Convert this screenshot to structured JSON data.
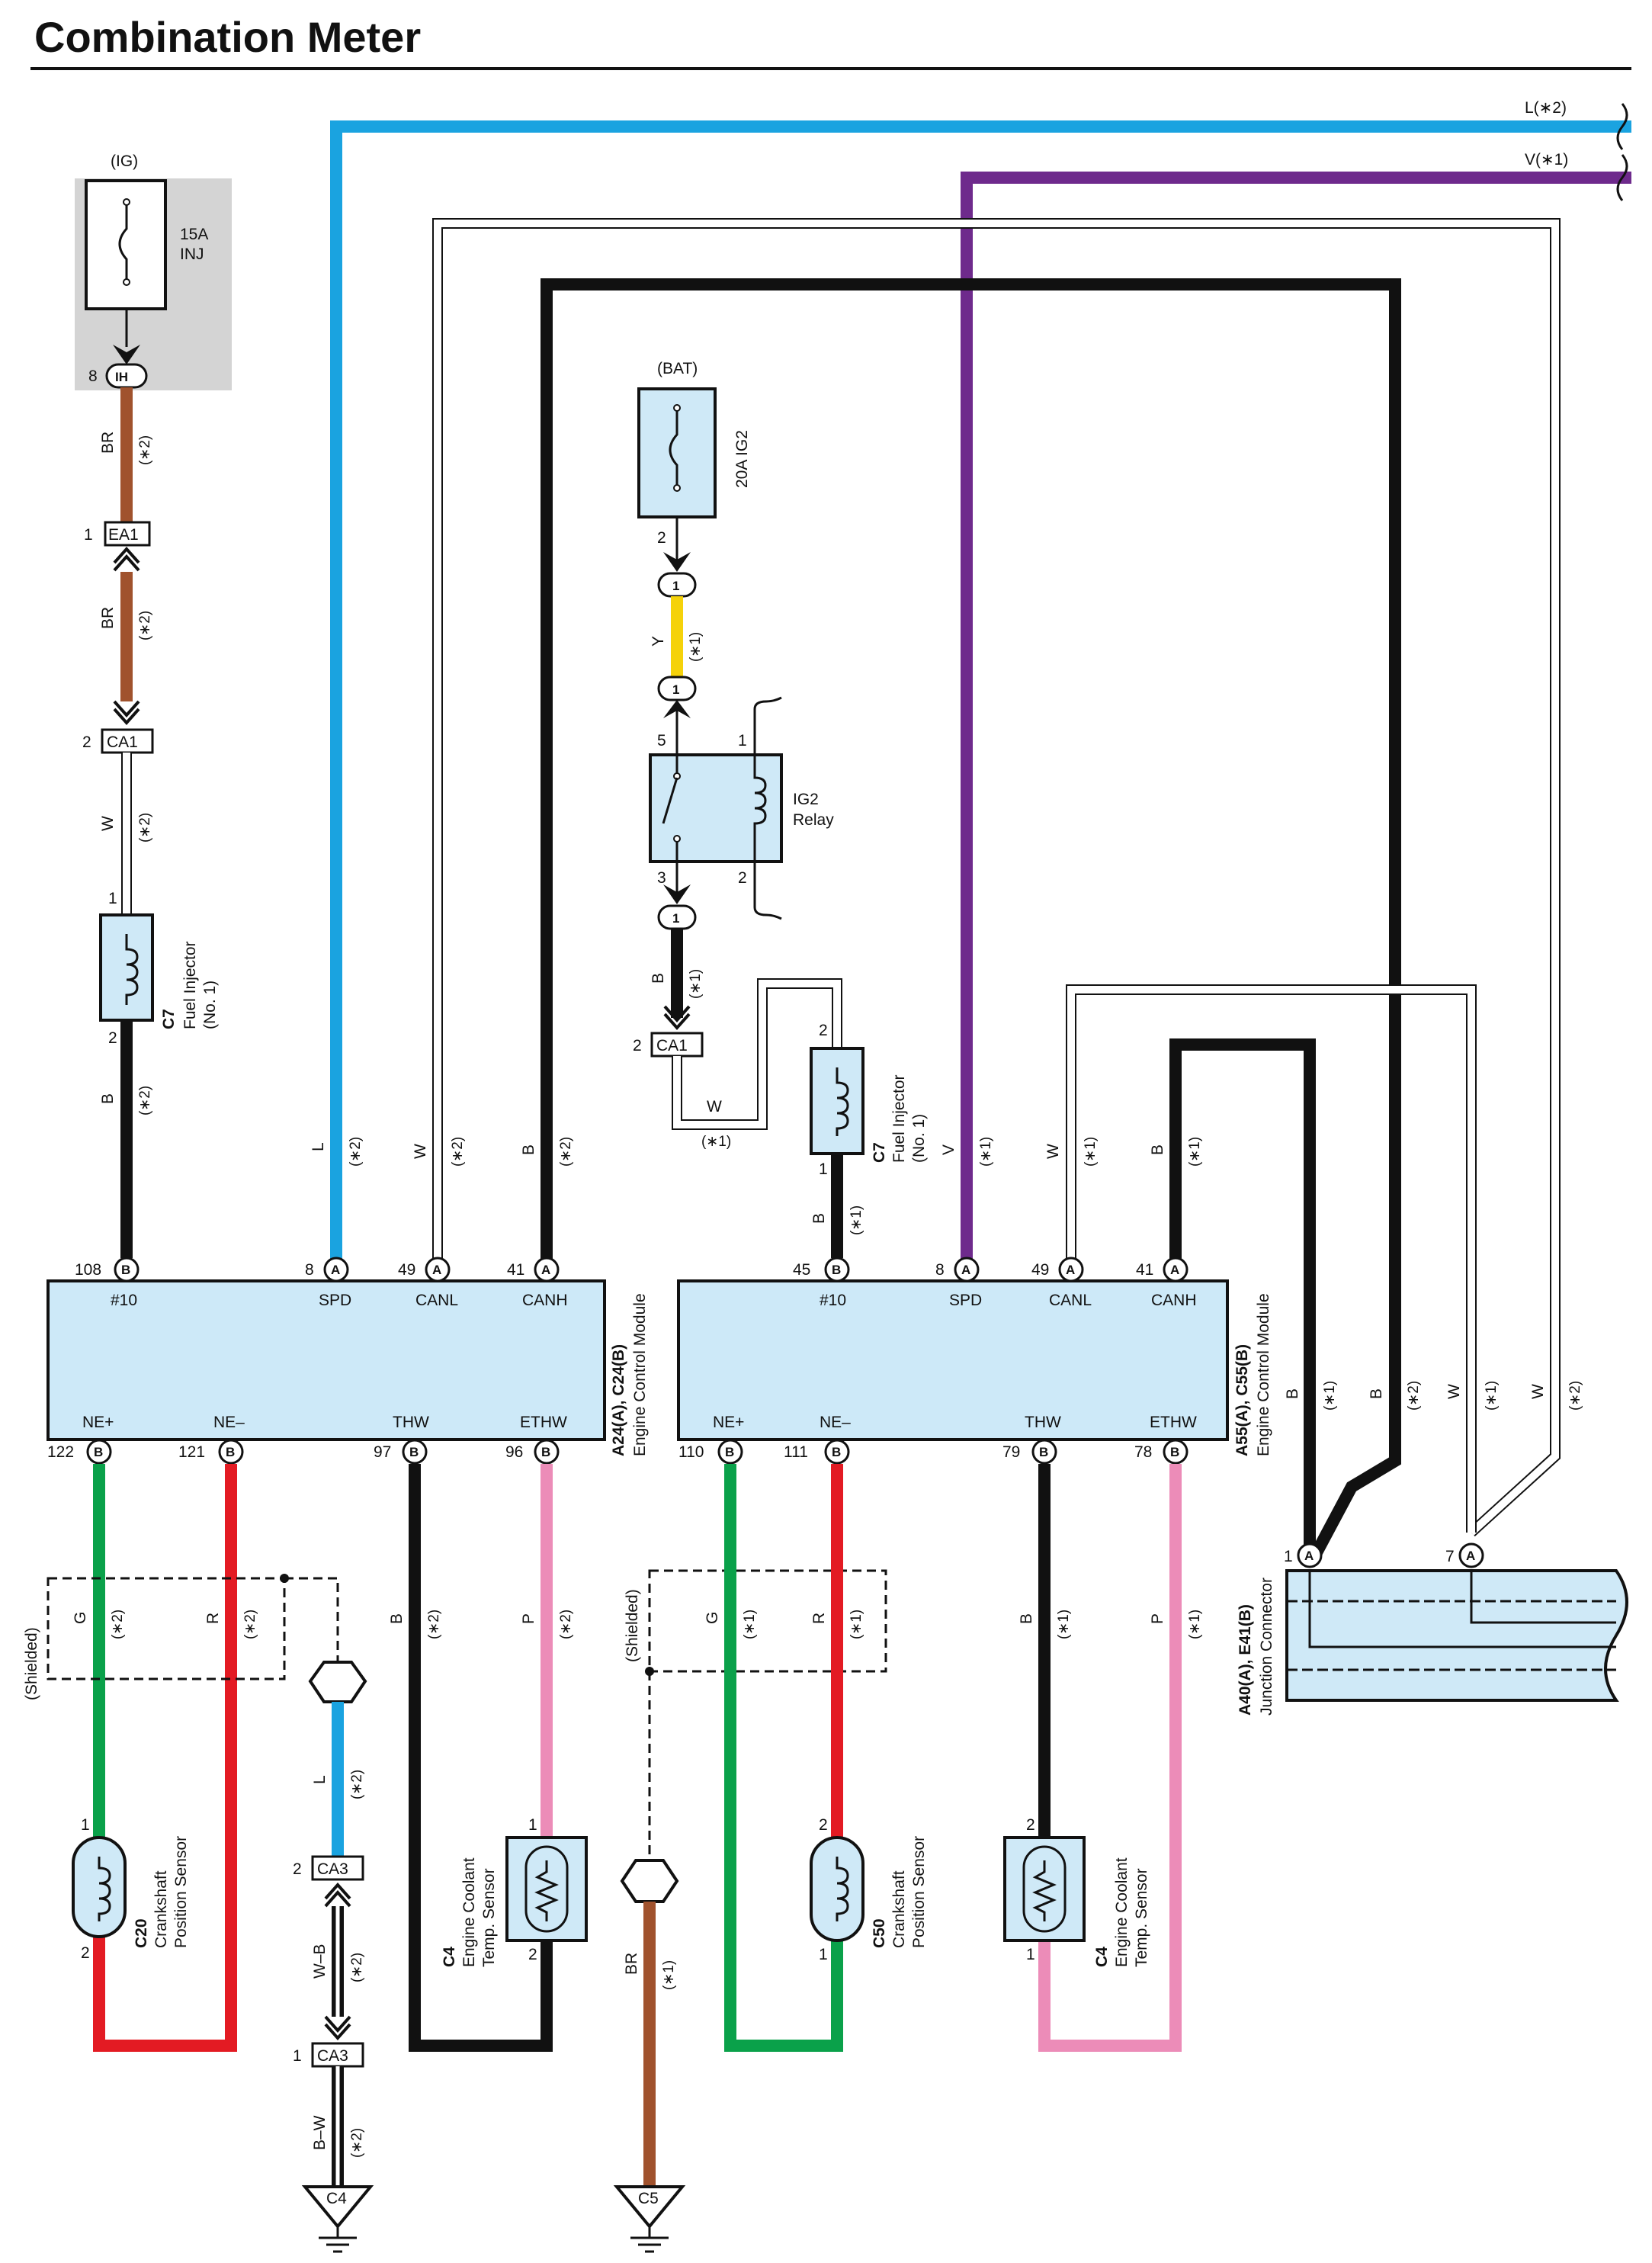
{
  "title": "Combination Meter",
  "wires": {
    "color_L": "#1aa3e0",
    "color_V": "#6e2a8c",
    "color_B": "#111111",
    "color_BR": "#a0522d",
    "color_Y": "#f5d20a",
    "color_G": "#0aa14a",
    "color_R": "#e31b23",
    "color_P": "#ec8cb8",
    "color_W": "#ffffff"
  },
  "top_refs": {
    "l": "L(∗2)",
    "v": "V(∗1)"
  },
  "left": {
    "ig_label": "(IG)",
    "fuse_amp": "15A",
    "fuse_name": "INJ",
    "ih_pin": "8",
    "ih_label": "IH",
    "br1_color": "BR",
    "br1_note": "(∗2)",
    "ea1_pin": "1",
    "ea1_label": "EA1",
    "br2_color": "BR",
    "br2_note": "(∗2)",
    "ca1_pin": "2",
    "ca1_label": "CA1",
    "w_color": "W",
    "w_note": "(∗2)",
    "inj_pin_top": "1",
    "inj_pin_bottom": "2",
    "inj_code": "C7",
    "inj_name": "Fuel Injector",
    "inj_num": "(No. 1)",
    "b_color": "B",
    "b_note": "(∗2)",
    "l_color": "L",
    "l_note": "(∗2)",
    "w2_color": "W",
    "w2_note": "(∗2)",
    "b2_color": "B",
    "b2_note": "(∗2)"
  },
  "ecm_left": {
    "code": "A24(A), C24(B)",
    "name": "Engine Control Module",
    "top_pins": [
      "108",
      "8",
      "49",
      "41"
    ],
    "top_letters": [
      "B",
      "A",
      "A",
      "A"
    ],
    "top_labels": [
      "#10",
      "SPD",
      "CANL",
      "CANH"
    ],
    "bottom_pins": [
      "122",
      "121",
      "97",
      "96"
    ],
    "bottom_letters": [
      "B",
      "B",
      "B",
      "B"
    ],
    "bottom_labels": [
      "NE+",
      "NE–",
      "THW",
      "ETHW"
    ]
  },
  "ecm_right": {
    "code": "A55(A), C55(B)",
    "name": "Engine Control Module",
    "top_pins": [
      "45",
      "8",
      "49",
      "41"
    ],
    "top_letters": [
      "B",
      "A",
      "A",
      "A"
    ],
    "top_labels": [
      "#10",
      "SPD",
      "CANL",
      "CANH"
    ],
    "bottom_pins": [
      "110",
      "111",
      "79",
      "78"
    ],
    "bottom_letters": [
      "B",
      "B",
      "B",
      "B"
    ],
    "bottom_labels": [
      "NE+",
      "NE–",
      "THW",
      "ETHW"
    ]
  },
  "middle": {
    "bat_label": "(BAT)",
    "fuse": "20A IG2",
    "fuse_pin": "2",
    "conn1_label": "1",
    "y_color": "Y",
    "y_note": "(∗1)",
    "conn2_label": "1",
    "relay_pin5": "5",
    "relay_pin1": "1",
    "relay_pin3": "3",
    "relay_pin2": "2",
    "relay_name1": "IG2",
    "relay_name2": "Relay",
    "conn3_label": "1",
    "b_color": "B",
    "b_note": "(∗1)",
    "ca1_pin": "2",
    "ca1_label": "CA1",
    "w_color": "W",
    "w_note": "(∗1)",
    "inj_pin_top": "2",
    "inj_pin_bottom": "1",
    "inj_code": "C7",
    "inj_name": "Fuel Injector",
    "inj_num": "(No. 1)",
    "b2_color": "B",
    "b2_note": "(∗1)",
    "v_color": "V",
    "v_note": "(∗1)",
    "w2_color": "W",
    "w2_note": "(∗1)",
    "b3_color": "B",
    "b3_note": "(∗1)"
  },
  "bottom_left": {
    "shielded": "(Shielded)",
    "g_color": "G",
    "g_note": "(∗2)",
    "r_color": "R",
    "r_note": "(∗2)",
    "b_color": "B",
    "b_note": "(∗2)",
    "p_color": "P",
    "p_note": "(∗2)",
    "l_color": "L",
    "l_note": "(∗2)",
    "ca3_top_pin": "2",
    "ca3_label": "CA3",
    "wb_color": "W–B",
    "wb_note": "(∗2)",
    "ca3_bot_pin": "1",
    "ca3_label2": "CA3",
    "bw_color": "B–W",
    "bw_note": "(∗2)",
    "ground": "C4",
    "crank_pin_top": "1",
    "crank_pin_bottom": "2",
    "crank_code": "C20",
    "crank_name1": "Crankshaft",
    "crank_name2": "Position Sensor",
    "temp_pin_top": "1",
    "temp_pin_bottom": "2",
    "temp_code": "C4",
    "temp_name1": "Engine Coolant",
    "temp_name2": "Temp.  Sensor"
  },
  "bottom_right": {
    "shielded": "(Shielded)",
    "br_color": "BR",
    "br_note": "(∗1)",
    "ground": "C5",
    "g_color": "G",
    "g_note": "(∗1)",
    "r_color": "R",
    "r_note": "(∗1)",
    "b_color": "B",
    "b_note": "(∗1)",
    "p_color": "P",
    "p_note": "(∗1)",
    "crank_pin_top": "2",
    "crank_pin_bottom": "1",
    "crank_code": "C50",
    "crank_name1": "Crankshaft",
    "crank_name2": "Position Sensor",
    "temp_pin_top": "2",
    "temp_pin_bottom": "1",
    "temp_code": "C4",
    "temp_name1": "Engine Coolant",
    "temp_name2": "Temp.  Sensor"
  },
  "junction": {
    "code": "A40(A), E41(B)",
    "name": "Junction Connector",
    "pin1": "1",
    "pin1_letter": "A",
    "pin7": "7",
    "pin7_letter": "A",
    "b_color": "B",
    "b_note": "(∗1)",
    "b2_color": "B",
    "b2_note": "(∗2)",
    "w_color": "W",
    "w_note": "(∗1)",
    "w2_color": "W",
    "w2_note": "(∗2)"
  }
}
